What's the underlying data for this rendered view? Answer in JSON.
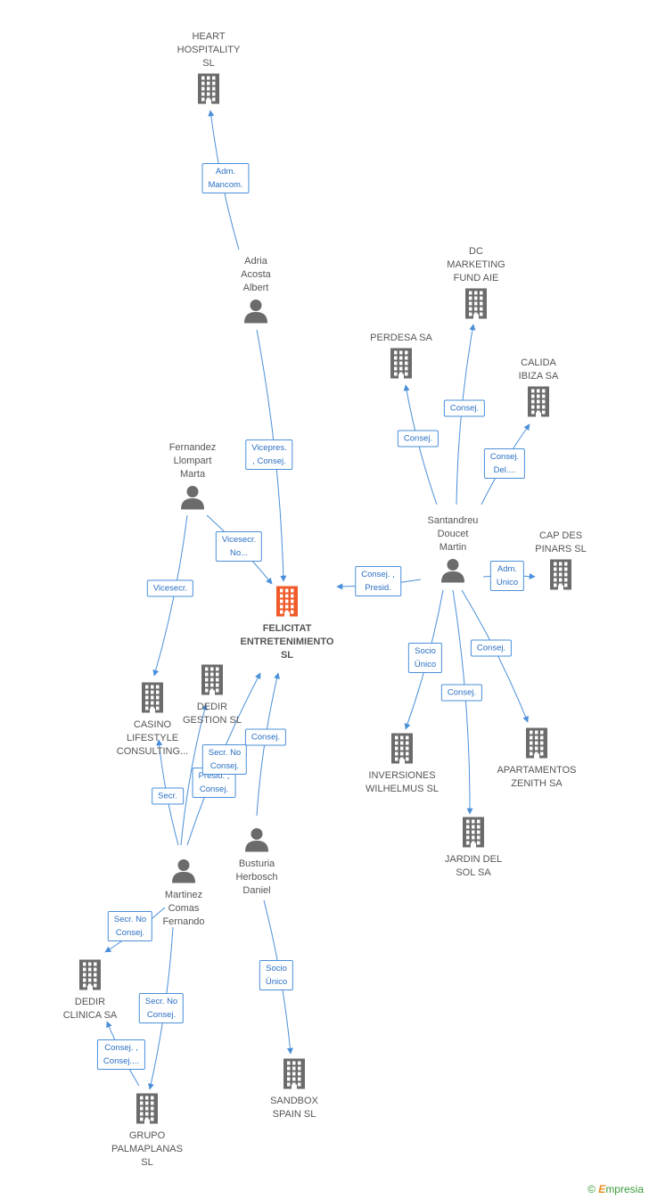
{
  "colors": {
    "edge": "#4a8fd9",
    "node": "#6b6b6b",
    "center": "#f05a28"
  },
  "nodes": [
    {
      "id": "heart",
      "type": "company",
      "label": "HEART\nHOSPITALITY\nSL"
    },
    {
      "id": "adria",
      "type": "person",
      "label": "Adria\nAcosta\nAlbert"
    },
    {
      "id": "dc",
      "type": "company",
      "label": "DC\nMARKETING\nFUND AIE"
    },
    {
      "id": "perdesa",
      "type": "company",
      "label": "PERDESA SA"
    },
    {
      "id": "calida",
      "type": "company",
      "label": "CALIDA\nIBIZA SA"
    },
    {
      "id": "fernandez",
      "type": "person",
      "label": "Fernandez\nLlompart\nMarta"
    },
    {
      "id": "santandreu",
      "type": "person",
      "label": "Santandreu\nDoucet\nMartin"
    },
    {
      "id": "capdes",
      "type": "company",
      "label": "CAP DES\nPINARS SL"
    },
    {
      "id": "felicitat",
      "type": "center",
      "label": "FELICITAT\nENTRETENIMIENTO\nSL"
    },
    {
      "id": "dedirgestion",
      "type": "company",
      "label": "DEDIR\nGESTION  SL"
    },
    {
      "id": "casino",
      "type": "company",
      "label": "CASINO\nLIFESTYLE\nCONSULTING..."
    },
    {
      "id": "inversiones",
      "type": "company",
      "label": "INVERSIONES\nWILHELMUS SL"
    },
    {
      "id": "apartamentos",
      "type": "company",
      "label": "APARTAMENTOS\nZENITH SA"
    },
    {
      "id": "jardin",
      "type": "company",
      "label": "JARDIN DEL\nSOL SA"
    },
    {
      "id": "busturia",
      "type": "person",
      "label": "Busturia\nHerbosch\nDaniel"
    },
    {
      "id": "martinez",
      "type": "person",
      "label": "Martinez\nComas\nFernando"
    },
    {
      "id": "dedirclinica",
      "type": "company",
      "label": "DEDIR\nCLINICA SA"
    },
    {
      "id": "sandbox",
      "type": "company",
      "label": "SANDBOX\nSPAIN  SL"
    },
    {
      "id": "grupo",
      "type": "company",
      "label": "GRUPO\nPALMAPLANAS\nSL"
    }
  ],
  "edges": [
    {
      "from": "adria",
      "to": "heart",
      "label": "Adm.\nMancom."
    },
    {
      "from": "adria",
      "to": "felicitat",
      "label": "Vicepres.\n, Consej."
    },
    {
      "from": "fernandez",
      "to": "felicitat",
      "label": "Vicesecr.\nNo..."
    },
    {
      "from": "fernandez",
      "to": "casino",
      "label": "Vicesecr."
    },
    {
      "from": "santandreu",
      "to": "felicitat",
      "label": "Consej. ,\nPresid."
    },
    {
      "from": "santandreu",
      "to": "perdesa",
      "label": "Consej."
    },
    {
      "from": "santandreu",
      "to": "dc",
      "label": "Consej."
    },
    {
      "from": "santandreu",
      "to": "calida",
      "label": "Consej.\nDel...."
    },
    {
      "from": "santandreu",
      "to": "capdes",
      "label": "Adm.\nUnico"
    },
    {
      "from": "santandreu",
      "to": "inversiones",
      "label": "Socio\nÚnico"
    },
    {
      "from": "santandreu",
      "to": "jardin",
      "label": "Consej."
    },
    {
      "from": "santandreu",
      "to": "apartamentos",
      "label": "Consej."
    },
    {
      "from": "busturia",
      "to": "felicitat",
      "label": "Consej."
    },
    {
      "from": "busturia",
      "to": "sandbox",
      "label": "Socio\nÚnico"
    },
    {
      "from": "martinez",
      "to": "felicitat",
      "label": "Presid. ,\nConsej."
    },
    {
      "from": "martinez",
      "to": "dedirgestion",
      "label": "Secr. No\nConsej."
    },
    {
      "from": "martinez",
      "to": "casino",
      "label": "Secr."
    },
    {
      "from": "martinez",
      "to": "dedirclinica",
      "label": "Secr. No\nConsej."
    },
    {
      "from": "martinez",
      "to": "grupo",
      "label": "Secr. No\nConsej."
    },
    {
      "from": "grupo",
      "to": "dedirclinica",
      "label": "Consej. ,\nConsej...."
    }
  ],
  "brand": {
    "copyright": "©",
    "name_initial": "E",
    "name_rest": "mpresia"
  }
}
